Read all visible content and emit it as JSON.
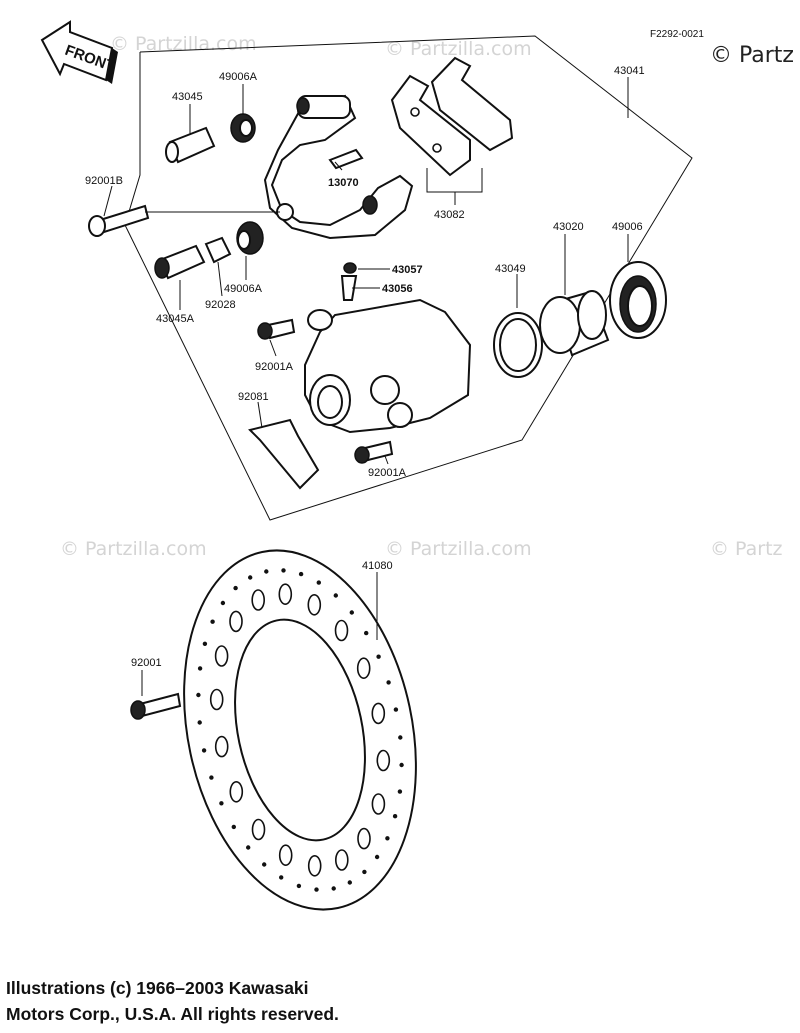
{
  "diagram": {
    "code": "F2292-0021",
    "front_label": "FRONT",
    "watermarks": {
      "small": "© Partzilla.com",
      "big": "© Partz",
      "edge": "© Partz"
    },
    "callouts": {
      "c43041": "43041",
      "c43045": "43045",
      "c49006A_top": "49006A",
      "c13070": "13070",
      "c43082": "43082",
      "c92001B": "92001B",
      "c43045A": "43045A",
      "c92028": "92028",
      "c49006A_low": "49006A",
      "c43057": "43057",
      "c43056": "43056",
      "c43049": "43049",
      "c43020": "43020",
      "c49006": "49006",
      "c92001A_top": "92001A",
      "c92081": "92081",
      "c92001A_low": "92001A",
      "c41080": "41080",
      "c92001": "92001"
    }
  },
  "copyright": {
    "line1": "Illustrations (c) 1966–2003 Kawasaki",
    "line2": "Motors Corp., U.S.A.  All rights reserved."
  }
}
